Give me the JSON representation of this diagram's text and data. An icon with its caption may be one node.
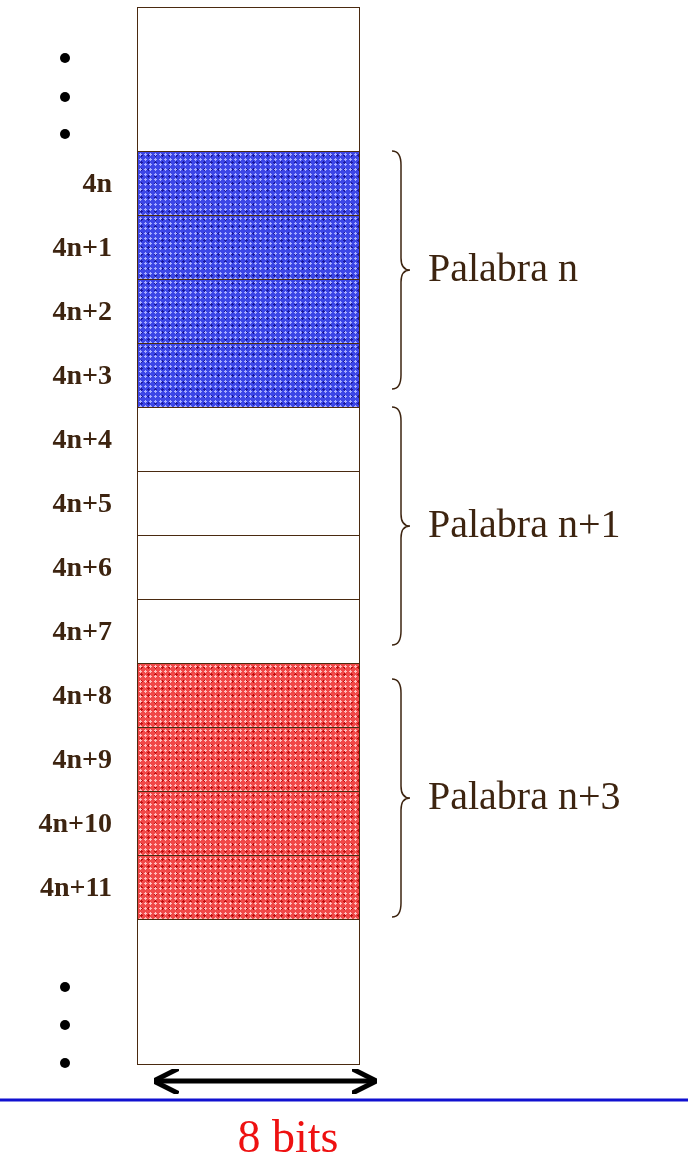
{
  "diagram": {
    "nodes": [
      {
        "text": [],
        "shape": "box"
      },
      {
        "text": [],
        "shape": "box",
        "beside": [
          "4n"
        ]
      },
      {
        "text": [],
        "shape": "box",
        "beside": [
          "4n+1"
        ]
      },
      {
        "text": [],
        "shape": "box",
        "beside": [
          "4n+2"
        ]
      },
      {
        "text": [],
        "shape": "box",
        "beside": [
          "4n+3"
        ]
      },
      {
        "text": [],
        "shape": "box",
        "beside": [
          "4n+4"
        ]
      },
      {
        "text": [],
        "shape": "box",
        "beside": [
          "4n+5"
        ]
      },
      {
        "text": [],
        "shape": "box",
        "beside": [
          "4n+6"
        ]
      },
      {
        "text": [],
        "shape": "box",
        "beside": [
          "4n+7"
        ]
      },
      {
        "text": [],
        "shape": "box",
        "beside": [
          "4n+8"
        ]
      },
      {
        "text": [],
        "shape": "box",
        "beside": [
          "4n+9"
        ]
      },
      {
        "text": [],
        "shape": "box",
        "beside": [
          "4n+10"
        ]
      },
      {
        "text": [],
        "shape": "box",
        "beside": [
          "4n+11"
        ]
      },
      {
        "text": [],
        "shape": "box"
      }
    ],
    "edges": [],
    "labels": [
      "Palabra n",
      "Palabra n+1",
      "Palabra n+3",
      "8 bits"
    ]
  }
}
